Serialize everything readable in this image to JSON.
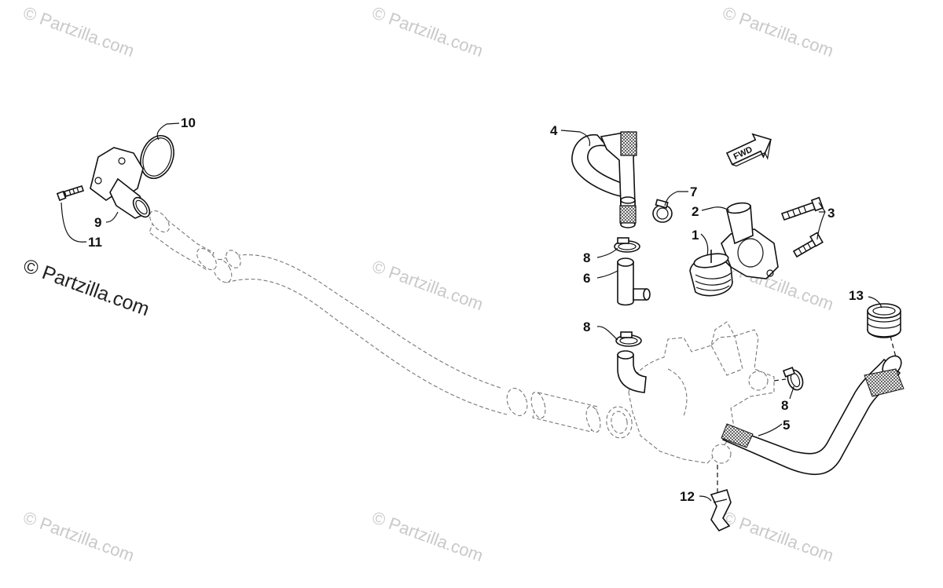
{
  "watermark": {
    "text": "© Partzilla.com",
    "prominent_text": "© Partzilla.com"
  },
  "fwd_label": "FWD",
  "callouts": [
    {
      "id": "c1",
      "label": "1"
    },
    {
      "id": "c2",
      "label": "2"
    },
    {
      "id": "c3",
      "label": "3"
    },
    {
      "id": "c4",
      "label": "4"
    },
    {
      "id": "c5",
      "label": "5"
    },
    {
      "id": "c6",
      "label": "6"
    },
    {
      "id": "c7",
      "label": "7"
    },
    {
      "id": "c8a",
      "label": "8"
    },
    {
      "id": "c8b",
      "label": "8"
    },
    {
      "id": "c8c",
      "label": "8"
    },
    {
      "id": "c9",
      "label": "9"
    },
    {
      "id": "c10",
      "label": "10"
    },
    {
      "id": "c11",
      "label": "11"
    },
    {
      "id": "c12",
      "label": "12"
    },
    {
      "id": "c13",
      "label": "13"
    }
  ],
  "colors": {
    "line": "#111111",
    "ghost": "#777777",
    "watermark": "#c9c9c9",
    "background": "#ffffff"
  }
}
